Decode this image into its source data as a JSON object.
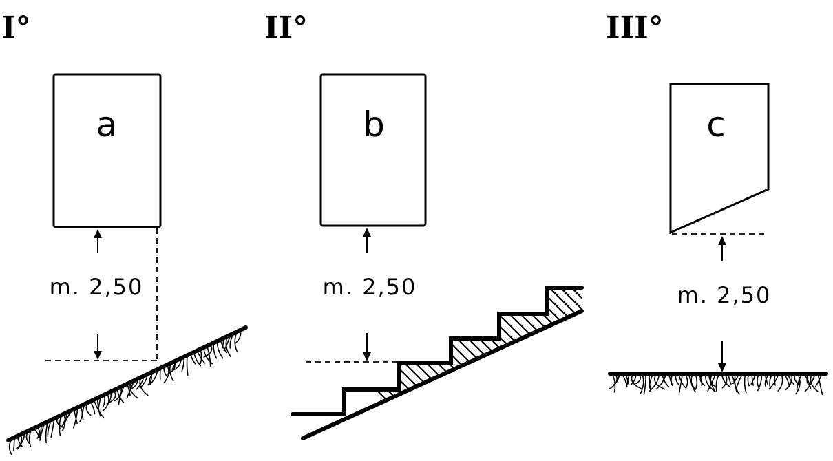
{
  "panels": [
    {
      "roman": "I°",
      "letter": "a",
      "measure": "m. 2,50",
      "ground": "sloped-terrain"
    },
    {
      "roman": "II°",
      "letter": "b",
      "measure": "m. 2,50",
      "ground": "staircase"
    },
    {
      "roman": "III°",
      "letter": "c",
      "measure": "m. 2,50",
      "ground": "flat-terrain"
    }
  ],
  "colors": {
    "ink": "#000000",
    "paper": "#ffffff"
  }
}
